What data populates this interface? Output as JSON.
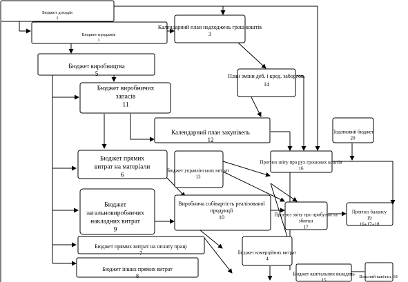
{
  "nodes": [
    {
      "id": "n2",
      "lines": [
        "Бюджет доходів",
        "2"
      ]
    },
    {
      "id": "n1",
      "lines": [
        "Бюджет продажів",
        "1"
      ]
    },
    {
      "id": "n3",
      "lines": [
        "Календарний план надходжень грош.коштів",
        "3"
      ]
    },
    {
      "id": "n5",
      "lines": [
        "Бюджет виробництва",
        "5"
      ]
    },
    {
      "id": "n14",
      "lines": [
        "План зміни деб. і кред. заборгов.",
        "14"
      ]
    },
    {
      "id": "n11",
      "lines": [
        "Бюджет виробничих",
        "запасів",
        "11"
      ]
    },
    {
      "id": "n12",
      "lines": [
        "Календарний план закупівель",
        "12"
      ]
    },
    {
      "id": "n20",
      "lines": [
        "Податковий бюджет",
        "20"
      ]
    },
    {
      "id": "n6",
      "lines": [
        "Бюджет прямих",
        "витрат на матеріали",
        "6"
      ]
    },
    {
      "id": "n13",
      "lines": [
        "Бюджет управлінських витрат",
        "13"
      ]
    },
    {
      "id": "n16",
      "lines": [
        "Прогноз звіту про рух грошових коштів",
        "16"
      ]
    },
    {
      "id": "n9",
      "lines": [
        "Бюджет",
        "загальновиробничих",
        "накладних витрат",
        "9"
      ]
    },
    {
      "id": "n10",
      "lines": [
        "Виробнича собівартість реалізованої",
        "продукції",
        "10"
      ]
    },
    {
      "id": "n17",
      "lines": [
        "Прогноз звіту про прибутки та",
        "збитки",
        "17"
      ]
    },
    {
      "id": "n19",
      "lines": [
        "Прогноз балансу",
        "19",
        "16+17+18"
      ]
    },
    {
      "id": "n7",
      "lines": [
        "Бюджет прямих витрат на оплату праці",
        "7"
      ]
    },
    {
      "id": "n4",
      "lines": [
        "Бюджет комерційних витрат",
        "4"
      ]
    },
    {
      "id": "n8",
      "lines": [
        "Бюджет  інших прямих витрат",
        "8"
      ]
    },
    {
      "id": "n15",
      "lines": [
        "Бюджет капітальних вкладень",
        "15"
      ]
    },
    {
      "id": "n18",
      "lines": [
        "Власний капітал, 18"
      ]
    }
  ]
}
